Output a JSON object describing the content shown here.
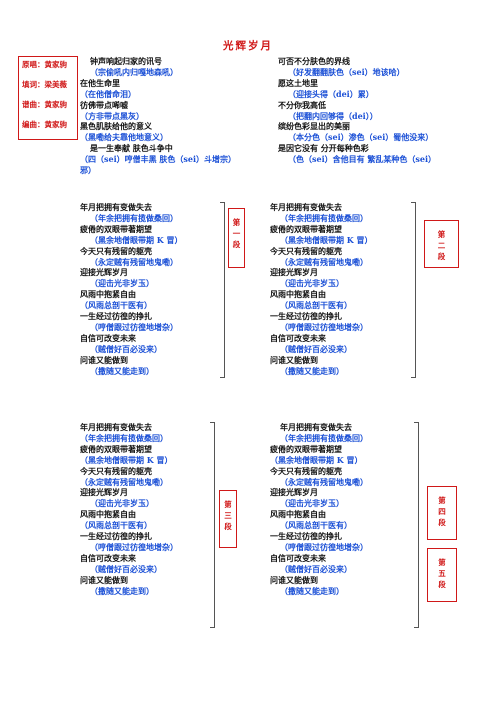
{
  "title": "光辉岁月",
  "credits": [
    "原唱：黄家驹",
    "填词：梁美薇",
    "谱曲：黄家驹",
    "编曲：黄家驹"
  ],
  "sections": {
    "s1": [
      "第",
      "一",
      "段"
    ],
    "s2": [
      "第",
      "二",
      "段"
    ],
    "s3": [
      "第",
      "三",
      "段"
    ],
    "s4": [
      "第",
      "四",
      "段"
    ],
    "s5": [
      "第",
      "五",
      "段"
    ]
  },
  "verses": {
    "left1": [
      {
        "t": "钟声响起归家的讯号",
        "c": "zh",
        "i": true
      },
      {
        "t": "（宗偷吼内归嘎地森吼）",
        "c": "ct",
        "i": true
      },
      {
        "t": "在他生命里",
        "c": "zh"
      },
      {
        "t": "（在他僧命泪）",
        "c": "ct"
      },
      {
        "t": "彷佛带点唏嘘",
        "c": "zh"
      },
      {
        "t": "（方非带点黑灰）",
        "c": "ct"
      },
      {
        "t": "黑色肌肤给他的意义",
        "c": "zh"
      },
      {
        "t": "（黑嘞给夫靠他地意义）",
        "c": "ct"
      },
      {
        "t": "是一生奉献 肤色斗争中",
        "c": "zh",
        "i": true
      },
      {
        "t": "（四（sei）哼僧丰黑 肤色（sei）斗增宗）",
        "c": "ct"
      },
      {
        "t": "邪）",
        "c": "ct"
      }
    ],
    "right1": [
      {
        "t": "可否不分肤色的界线",
        "c": "zh"
      },
      {
        "t": "（好发翻翻肤色（sei）地该哈）",
        "c": "ct",
        "i": true
      },
      {
        "t": "愿这土地里",
        "c": "zh"
      },
      {
        "t": "（迎接头得（dei）累）",
        "c": "ct",
        "i": true
      },
      {
        "t": "不分你我高低",
        "c": "zh"
      },
      {
        "t": "（把翻内回够得（dei））",
        "c": "ct",
        "i": true
      },
      {
        "t": "缤纷色彩显出的美丽",
        "c": "zh"
      },
      {
        "t": "（本分色（sei）渗色（sei）蜀他没来）",
        "c": "ct",
        "i": true
      },
      {
        "t": "是因它没有    分开每种色彩",
        "c": "zh"
      },
      {
        "t": "（色（sei）含他目有 繁乱某种色（sei）",
        "c": "ct",
        "i": true
      }
    ],
    "left2": [
      {
        "t": "年月把拥有变做失去",
        "c": "zh"
      },
      {
        "t": "（年余把拥有揽做桑回）",
        "c": "ct",
        "i": true
      },
      {
        "t": "疲倦的双眼带著期望",
        "c": "zh"
      },
      {
        "t": "（黑余地僧眼带期 K 冒）",
        "c": "ct",
        "i": true
      },
      {
        "t": "今天只有残留的躯壳",
        "c": "zh"
      },
      {
        "t": "（永定贼有残留地鬼嘞）",
        "c": "ct",
        "i": true
      },
      {
        "t": "迎接光辉岁月",
        "c": "zh"
      },
      {
        "t": "（迎击光非岁玉）",
        "c": "ct",
        "i": true
      },
      {
        "t": "风雨中抱紧自由",
        "c": "zh"
      },
      {
        "t": "（风雨总剖干医有）",
        "c": "ct"
      },
      {
        "t": "一生经过彷徨的挣扎",
        "c": "zh"
      },
      {
        "t": "（哼僧跟过彷徨地增杂）",
        "c": "ct",
        "i": true
      },
      {
        "t": "自信可改变未来",
        "c": "zh"
      },
      {
        "t": "（贼僧好百必没来）",
        "c": "ct",
        "i": true
      },
      {
        "t": "问谁又能做到",
        "c": "zh"
      },
      {
        "t": "（撒随又能走到）",
        "c": "ct",
        "i": true
      }
    ],
    "right2": [
      {
        "t": "年月把拥有变做失去",
        "c": "zh"
      },
      {
        "t": "（年余把拥有揽做桑回）",
        "c": "ct",
        "i": true
      },
      {
        "t": "疲倦的双眼带著期望",
        "c": "zh"
      },
      {
        "t": "（黑余地僧眼带期 K 冒）",
        "c": "ct",
        "i": true
      },
      {
        "t": "今天只有残留的躯壳",
        "c": "zh"
      },
      {
        "t": "（永定贼有残留地鬼嘞）",
        "c": "ct",
        "i": true
      },
      {
        "t": "迎接光辉岁月",
        "c": "zh"
      },
      {
        "t": "（迎击光非岁玉）",
        "c": "ct",
        "i": true
      },
      {
        "t": "风雨中抱紧自由",
        "c": "zh"
      },
      {
        "t": "（风雨总剖干医有）",
        "c": "ct",
        "i": true
      },
      {
        "t": "一生经过彷徨的挣扎",
        "c": "zh"
      },
      {
        "t": "（哼僧跟过彷徨地增杂）",
        "c": "ct",
        "i": true
      },
      {
        "t": "自信可改变未来",
        "c": "zh"
      },
      {
        "t": "（贼僧好百必没来）",
        "c": "ct",
        "i": true
      },
      {
        "t": "问谁又能做到",
        "c": "zh"
      },
      {
        "t": "（撒随又能走到）",
        "c": "ct",
        "i": true
      }
    ],
    "left3": [
      {
        "t": "年月把拥有变做失去",
        "c": "zh"
      },
      {
        "t": "（年余把拥有揽做桑回）",
        "c": "ct"
      },
      {
        "t": "疲倦的双眼带著期望",
        "c": "zh"
      },
      {
        "t": "（黑余地僧眼带期 K 冒）",
        "c": "ct"
      },
      {
        "t": "今天只有残留的躯壳",
        "c": "zh"
      },
      {
        "t": "（永定贼有残留地鬼嘞）",
        "c": "ct"
      },
      {
        "t": "迎接光辉岁月",
        "c": "zh"
      },
      {
        "t": "（迎击光非岁玉）",
        "c": "ct",
        "i": true
      },
      {
        "t": "风雨中抱紧自由",
        "c": "zh"
      },
      {
        "t": "（风雨总剖干医有）",
        "c": "ct"
      },
      {
        "t": "一生经过彷徨的挣扎",
        "c": "zh"
      },
      {
        "t": "（哼僧跟过彷徨地增杂）",
        "c": "ct",
        "i": true
      },
      {
        "t": "自信可改变未来",
        "c": "zh"
      },
      {
        "t": "（贼僧好百必没来）",
        "c": "ct",
        "i": true
      },
      {
        "t": "问谁又能做到",
        "c": "zh"
      },
      {
        "t": "（撒随又能走到）",
        "c": "ct",
        "i": true
      }
    ],
    "right3": [
      {
        "t": "年月把拥有变做失去",
        "c": "zh",
        "i": true
      },
      {
        "t": "（年余把拥有揽做桑回）",
        "c": "ct",
        "i": true
      },
      {
        "t": "疲倦的双眼带著期望",
        "c": "zh"
      },
      {
        "t": "（黑余地僧眼带期 K 冒）",
        "c": "ct"
      },
      {
        "t": "今天只有残留的躯壳",
        "c": "zh"
      },
      {
        "t": "（永定贼有残留地鬼嘞）",
        "c": "ct",
        "i": true
      },
      {
        "t": "迎接光辉岁月",
        "c": "zh"
      },
      {
        "t": "（迎击光非岁玉）",
        "c": "ct",
        "i": true
      },
      {
        "t": "风雨中抱紧自由",
        "c": "zh"
      },
      {
        "t": "（风雨总剖干医有）",
        "c": "ct",
        "i": true
      },
      {
        "t": "一生经过彷徨的挣扎",
        "c": "zh"
      },
      {
        "t": "（哼僧跟过彷徨地增杂）",
        "c": "ct",
        "i": true
      },
      {
        "t": "自信可改变未来",
        "c": "zh"
      },
      {
        "t": "（贼僧好百必没来）",
        "c": "ct",
        "i": true
      },
      {
        "t": "问谁又能做到",
        "c": "zh"
      },
      {
        "t": "（撒随又能走到）",
        "c": "ct",
        "i": true
      }
    ]
  }
}
